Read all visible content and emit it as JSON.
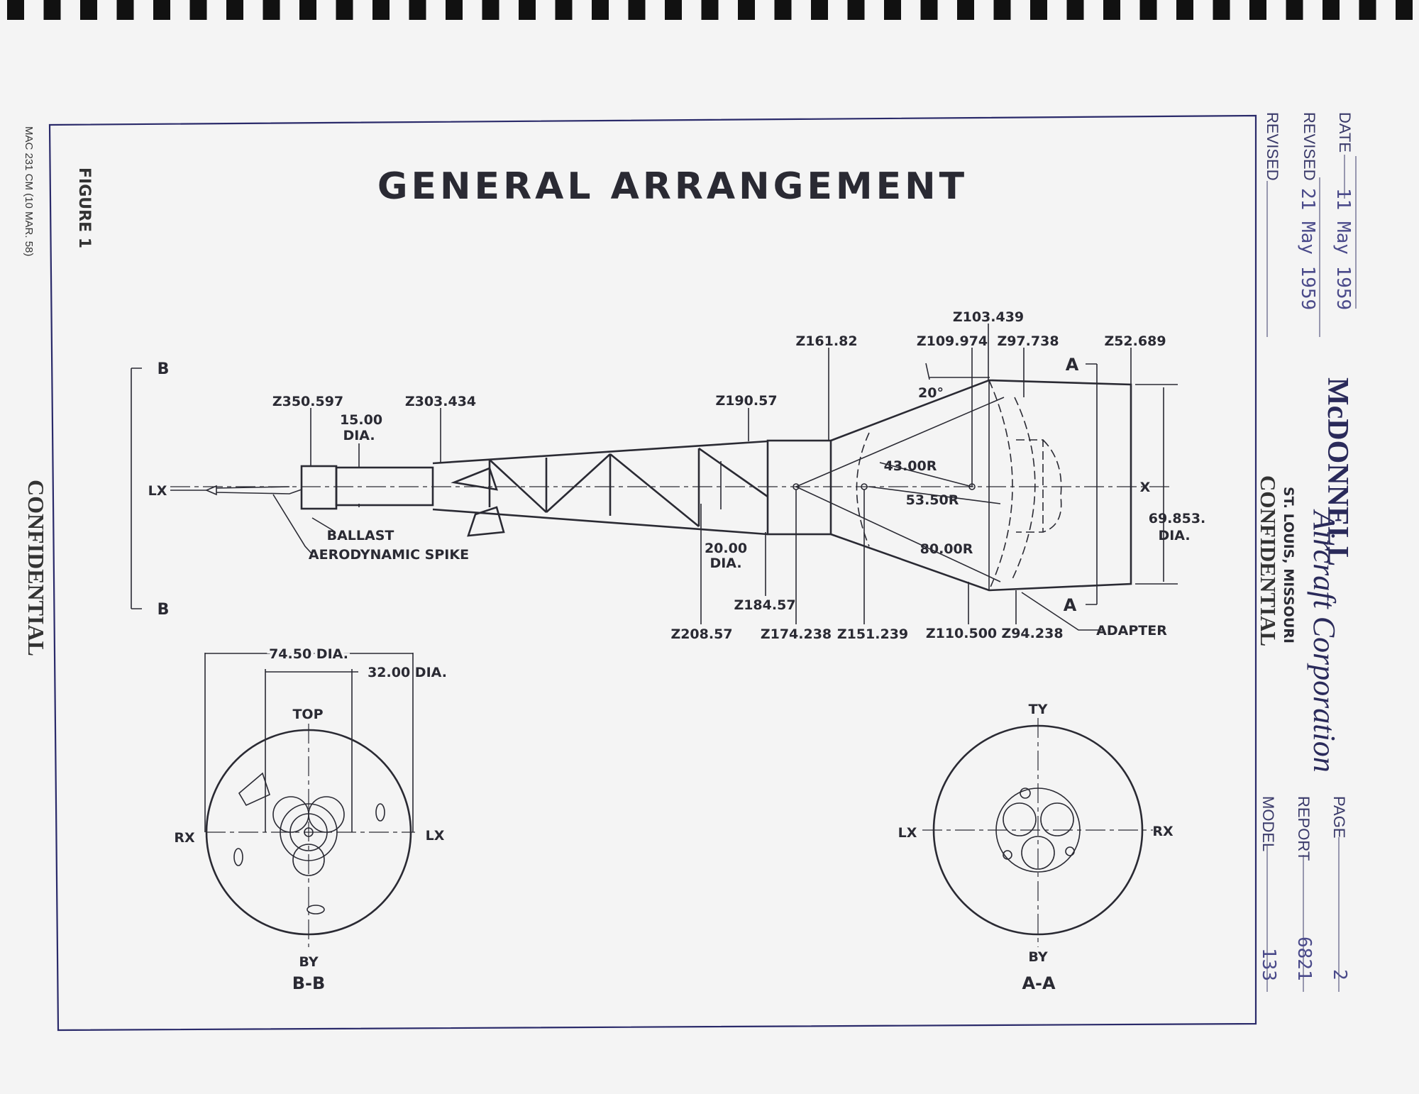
{
  "title": "GENERAL ARRANGEMENT",
  "figure": "FIGURE 1",
  "form_number": "MAC 231 CM (10 MAR. 58)",
  "classification_left": "CONFIDENTIAL",
  "header": {
    "date_label": "DATE",
    "date_value": "11 May 1959",
    "revised1_label": "REVISED",
    "revised1_value": "21 May 1959",
    "revised2_label": "REVISED",
    "company": "McDONNELL",
    "company_script": "Aircraft Corporation",
    "location": "ST. LOUIS, MISSOURI",
    "classification": "CONFIDENTIAL",
    "page_label": "PAGE",
    "page_value": "2",
    "report_label": "REPORT",
    "report_value": "6821",
    "model_label": "MODEL",
    "model_value": "133"
  },
  "side_view": {
    "z350": "Z350.597",
    "z303": "Z303.434",
    "dia15": "15.00",
    "dia15b": "DIA.",
    "z190": "Z190.57",
    "z161": "Z161.82",
    "z103": "Z103.439",
    "z109": "Z109.974",
    "z97": "Z97.738",
    "z52": "Z52.689",
    "sec_a": "A",
    "sec_b": "B",
    "lx": "LX",
    "x": "X",
    "angle": "20°",
    "r43": "43.00R",
    "r53": "53.50R",
    "r80": "80.00R",
    "dia69": "69.853.",
    "dia69b": "DIA.",
    "ballast": "BALLAST",
    "spike": "AERODYNAMIC SPIKE",
    "dia20": "20.00",
    "dia20b": "DIA.",
    "z184": "Z184.57",
    "z208": "Z208.57",
    "z174": "Z174.238",
    "z151": "Z151.239",
    "z110": "Z110.500",
    "z94": "Z94.238",
    "adapter": "ADAPTER"
  },
  "view_bb": {
    "dia74": "74.50 DIA.",
    "dia32": "32.00 DIA.",
    "top": "TOP",
    "rx": "RX",
    "lx": "LX",
    "by": "BY",
    "name": "B-B"
  },
  "view_aa": {
    "ty": "TY",
    "lx": "LX",
    "rx": "RX",
    "by": "BY",
    "name": "A-A"
  },
  "colors": {
    "ink": "#2a2a33",
    "border": "#2a2a6a",
    "paper": "#f4f4f4",
    "handwriting": "#4a4a8a"
  }
}
